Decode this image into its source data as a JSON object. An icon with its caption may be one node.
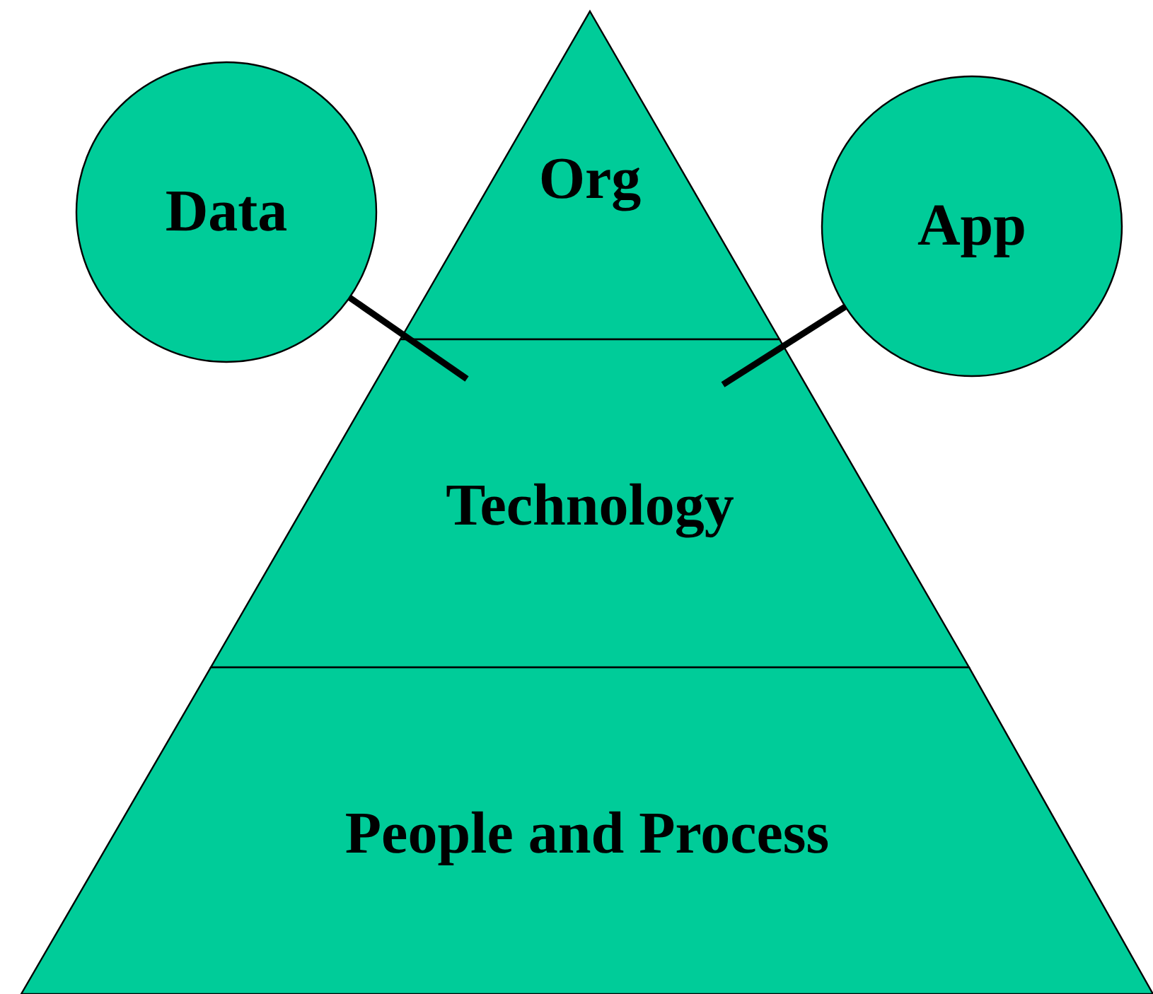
{
  "diagram": {
    "nodes": [
      {
        "text": [
          "Org"
        ]
      },
      {
        "text": [
          "Technology"
        ]
      },
      {
        "text": [
          "People and Process"
        ]
      },
      {
        "text": [
          "Data"
        ]
      },
      {
        "text": [
          "App"
        ]
      }
    ],
    "edges": [
      {
        "from": 3,
        "to": 1,
        "arrow": "none"
      },
      {
        "from": 4,
        "to": 1,
        "arrow": "none"
      }
    ]
  }
}
